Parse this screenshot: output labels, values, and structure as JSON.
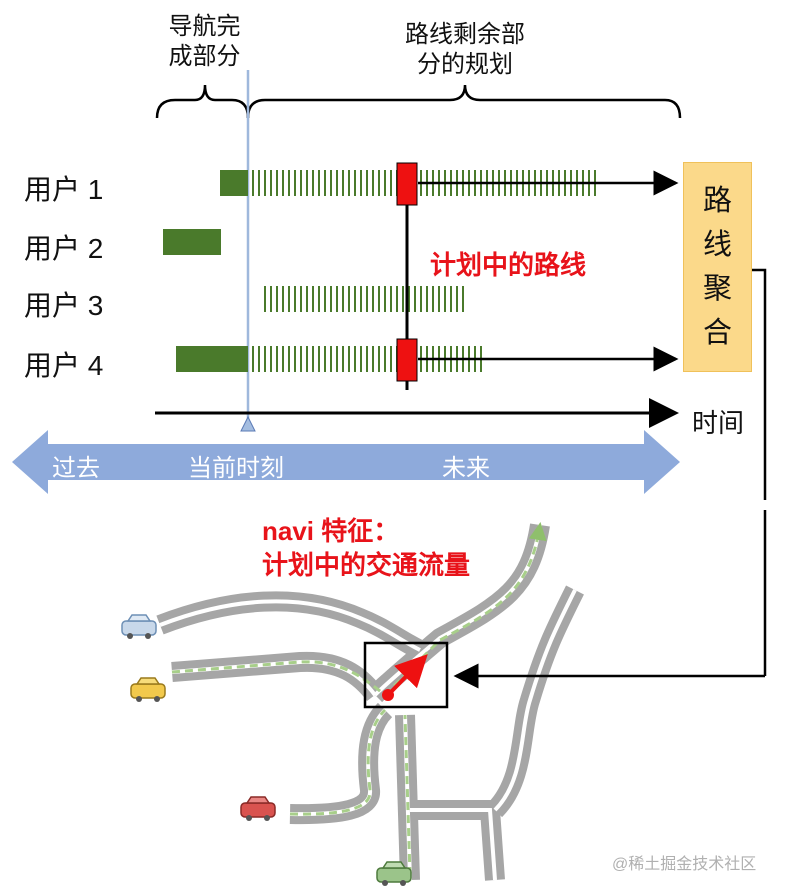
{
  "headers": {
    "completed": [
      "导航完",
      "成部分"
    ],
    "remaining": [
      "路线剩余部",
      "分的规划"
    ]
  },
  "users": [
    {
      "label": "用户 1"
    },
    {
      "label": "用户 2"
    },
    {
      "label": "用户 3"
    },
    {
      "label": "用户 4"
    }
  ],
  "planned_route_label": "计划中的路线",
  "aggregation_box": {
    "chars": [
      "路",
      "线",
      "聚",
      "合"
    ]
  },
  "time_axis_label": "时间",
  "timeline": {
    "past": "过去",
    "now": "当前时刻",
    "future": "未来"
  },
  "navi_feature": [
    "navi 特征：",
    "计划中的交通流量"
  ],
  "watermark": "@稀土掘金技术社区",
  "colors": {
    "segment_green": "#4a7a2b",
    "planned_red": "#ee1111",
    "blue_arrow": "#8eaadb",
    "agg_box": "#fbd98a",
    "road_gray": "#a6a6a6",
    "route_green": "#a8cf8a"
  },
  "icons": [
    "car-blue-icon",
    "car-yellow-icon",
    "car-red-icon",
    "car-green-icon"
  ]
}
